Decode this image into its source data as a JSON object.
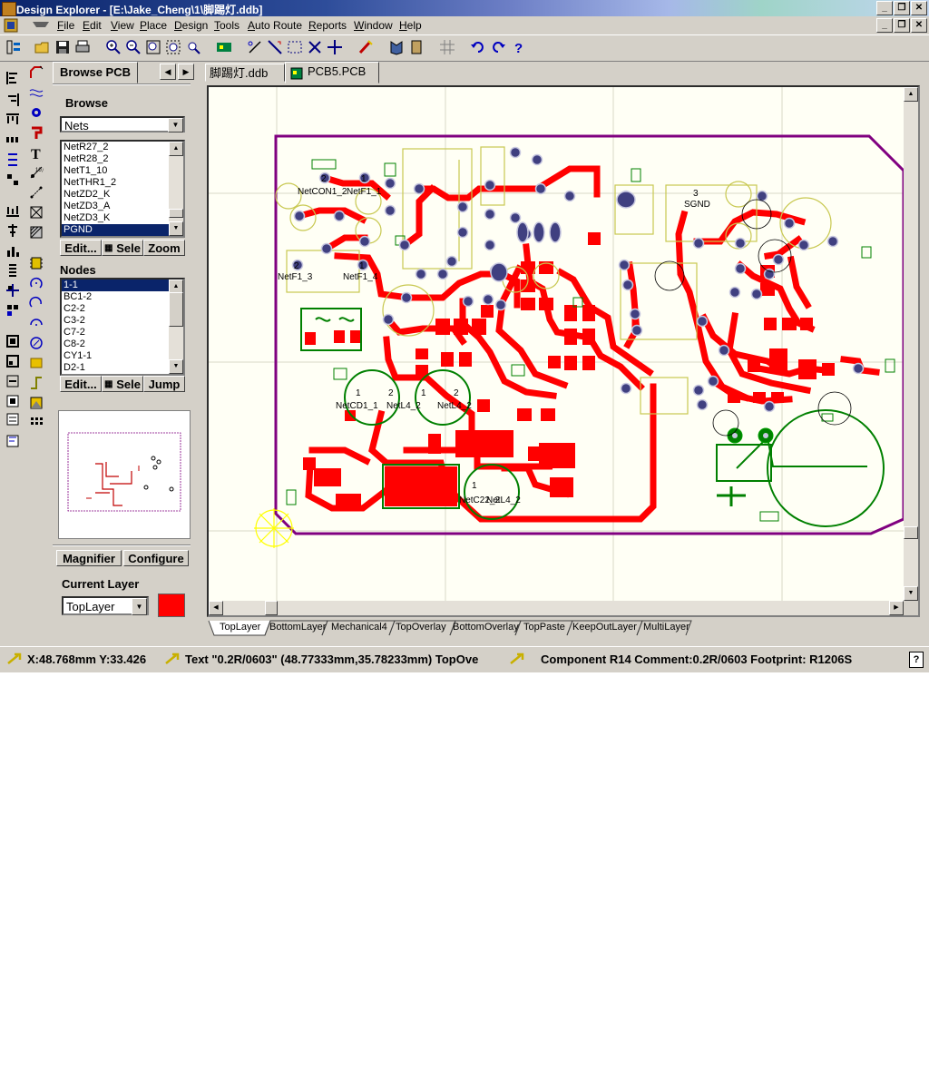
{
  "window": {
    "title": "Design Explorer - [E:\\Jake_Cheng\\1\\脚踢灯.ddb]",
    "controls": [
      "_",
      "❐",
      "✕"
    ]
  },
  "menu": {
    "items": [
      "File",
      "Edit",
      "View",
      "Place",
      "Design",
      "Tools",
      "Auto Route",
      "Reports",
      "Window",
      "Help"
    ]
  },
  "panel": {
    "tab_label": "Browse PCB",
    "browse_label": "Browse",
    "browse_type": "Nets",
    "nets": [
      "NetR27_2",
      "NetR28_2",
      "NetT1_10",
      "NetTHR1_2",
      "NetZD2_K",
      "NetZD3_A",
      "NetZD3_K",
      "PGND"
    ],
    "selected_net": "PGND",
    "net_buttons": [
      "Edit...",
      "Sele",
      "Zoom"
    ],
    "nodes_label": "Nodes",
    "nodes": [
      "1-1",
      "BC1-2",
      "C2-2",
      "C3-2",
      "C7-2",
      "C8-2",
      "CY1-1",
      "D2-1"
    ],
    "selected_node": "1-1",
    "node_buttons": [
      "Edit...",
      "Sele",
      "Jump"
    ],
    "magnifier_label": "Magnifier",
    "configure_label": "Configure",
    "current_layer_label": "Current Layer",
    "current_layer": "TopLayer",
    "current_layer_color": "#ff0000"
  },
  "documents": {
    "tabs": [
      "脚踢灯.ddb",
      "PCB5.PCB"
    ],
    "active": "PCB5.PCB"
  },
  "pcb": {
    "labels": [
      "NetCON1_2",
      "NetF1_1",
      "NetF1_3",
      "NetF1_4",
      "SGND",
      "NetCD1_1",
      "NetL4_2",
      "NetL4_2",
      "NetC22_2",
      "NetL4_2"
    ],
    "pad_numbers": [
      "2",
      "1",
      "2",
      "1",
      "3",
      "1",
      "2",
      "1",
      "2",
      "1"
    ],
    "colors": {
      "background": "#fffff5",
      "grid": "#d8d8c8",
      "board_outline": "#800080",
      "top_layer": "#ff0000",
      "top_overlay": "#c8c850",
      "bottom_overlay": "#008000",
      "pad": "#404080",
      "keepout": "#ff00ff"
    }
  },
  "layers": [
    "TopLayer",
    "BottomLayer",
    "Mechanical4",
    "TopOverlay",
    "BottomOverlay",
    "TopPaste",
    "KeepOutLayer",
    "MultiLayer"
  ],
  "active_layer": "TopLayer",
  "status": {
    "coords": "X:48.768mm Y:33.426",
    "text_info": "Text \"0.2R/0603\" (48.77333mm,35.78233mm)  TopOve",
    "component_info": "Component R14 Comment:0.2R/0603 Footprint: R1206S",
    "help": "?"
  }
}
